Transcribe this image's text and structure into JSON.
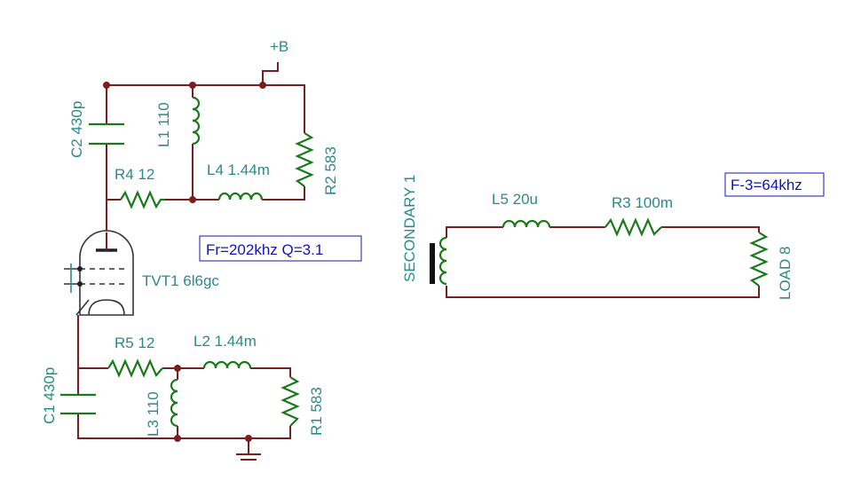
{
  "components": {
    "c2": "C2 430p",
    "l1": "L1 110",
    "r2": "R2 583",
    "r4": "R4 12",
    "l4": "L4 1.44m",
    "tvt1": "TVT1 6l6gc",
    "c1": "C1 430p",
    "r5": "R5 12",
    "l2": "L2 1.44m",
    "l3": "L3 110",
    "r1": "R1 583",
    "secondary": "SECONDARY 1",
    "l5": "L5 20u",
    "r3": "R3 100m",
    "load": "LOAD 8"
  },
  "supply_label": "+B",
  "notes": {
    "resonance": "Fr=202khz  Q=3.1",
    "cutoff": "F-3=64khz"
  },
  "colors": {
    "wire": "#7a1f1f",
    "component": "#1a7a1a",
    "label": "#2a8a8a",
    "note": "#1414b4"
  }
}
